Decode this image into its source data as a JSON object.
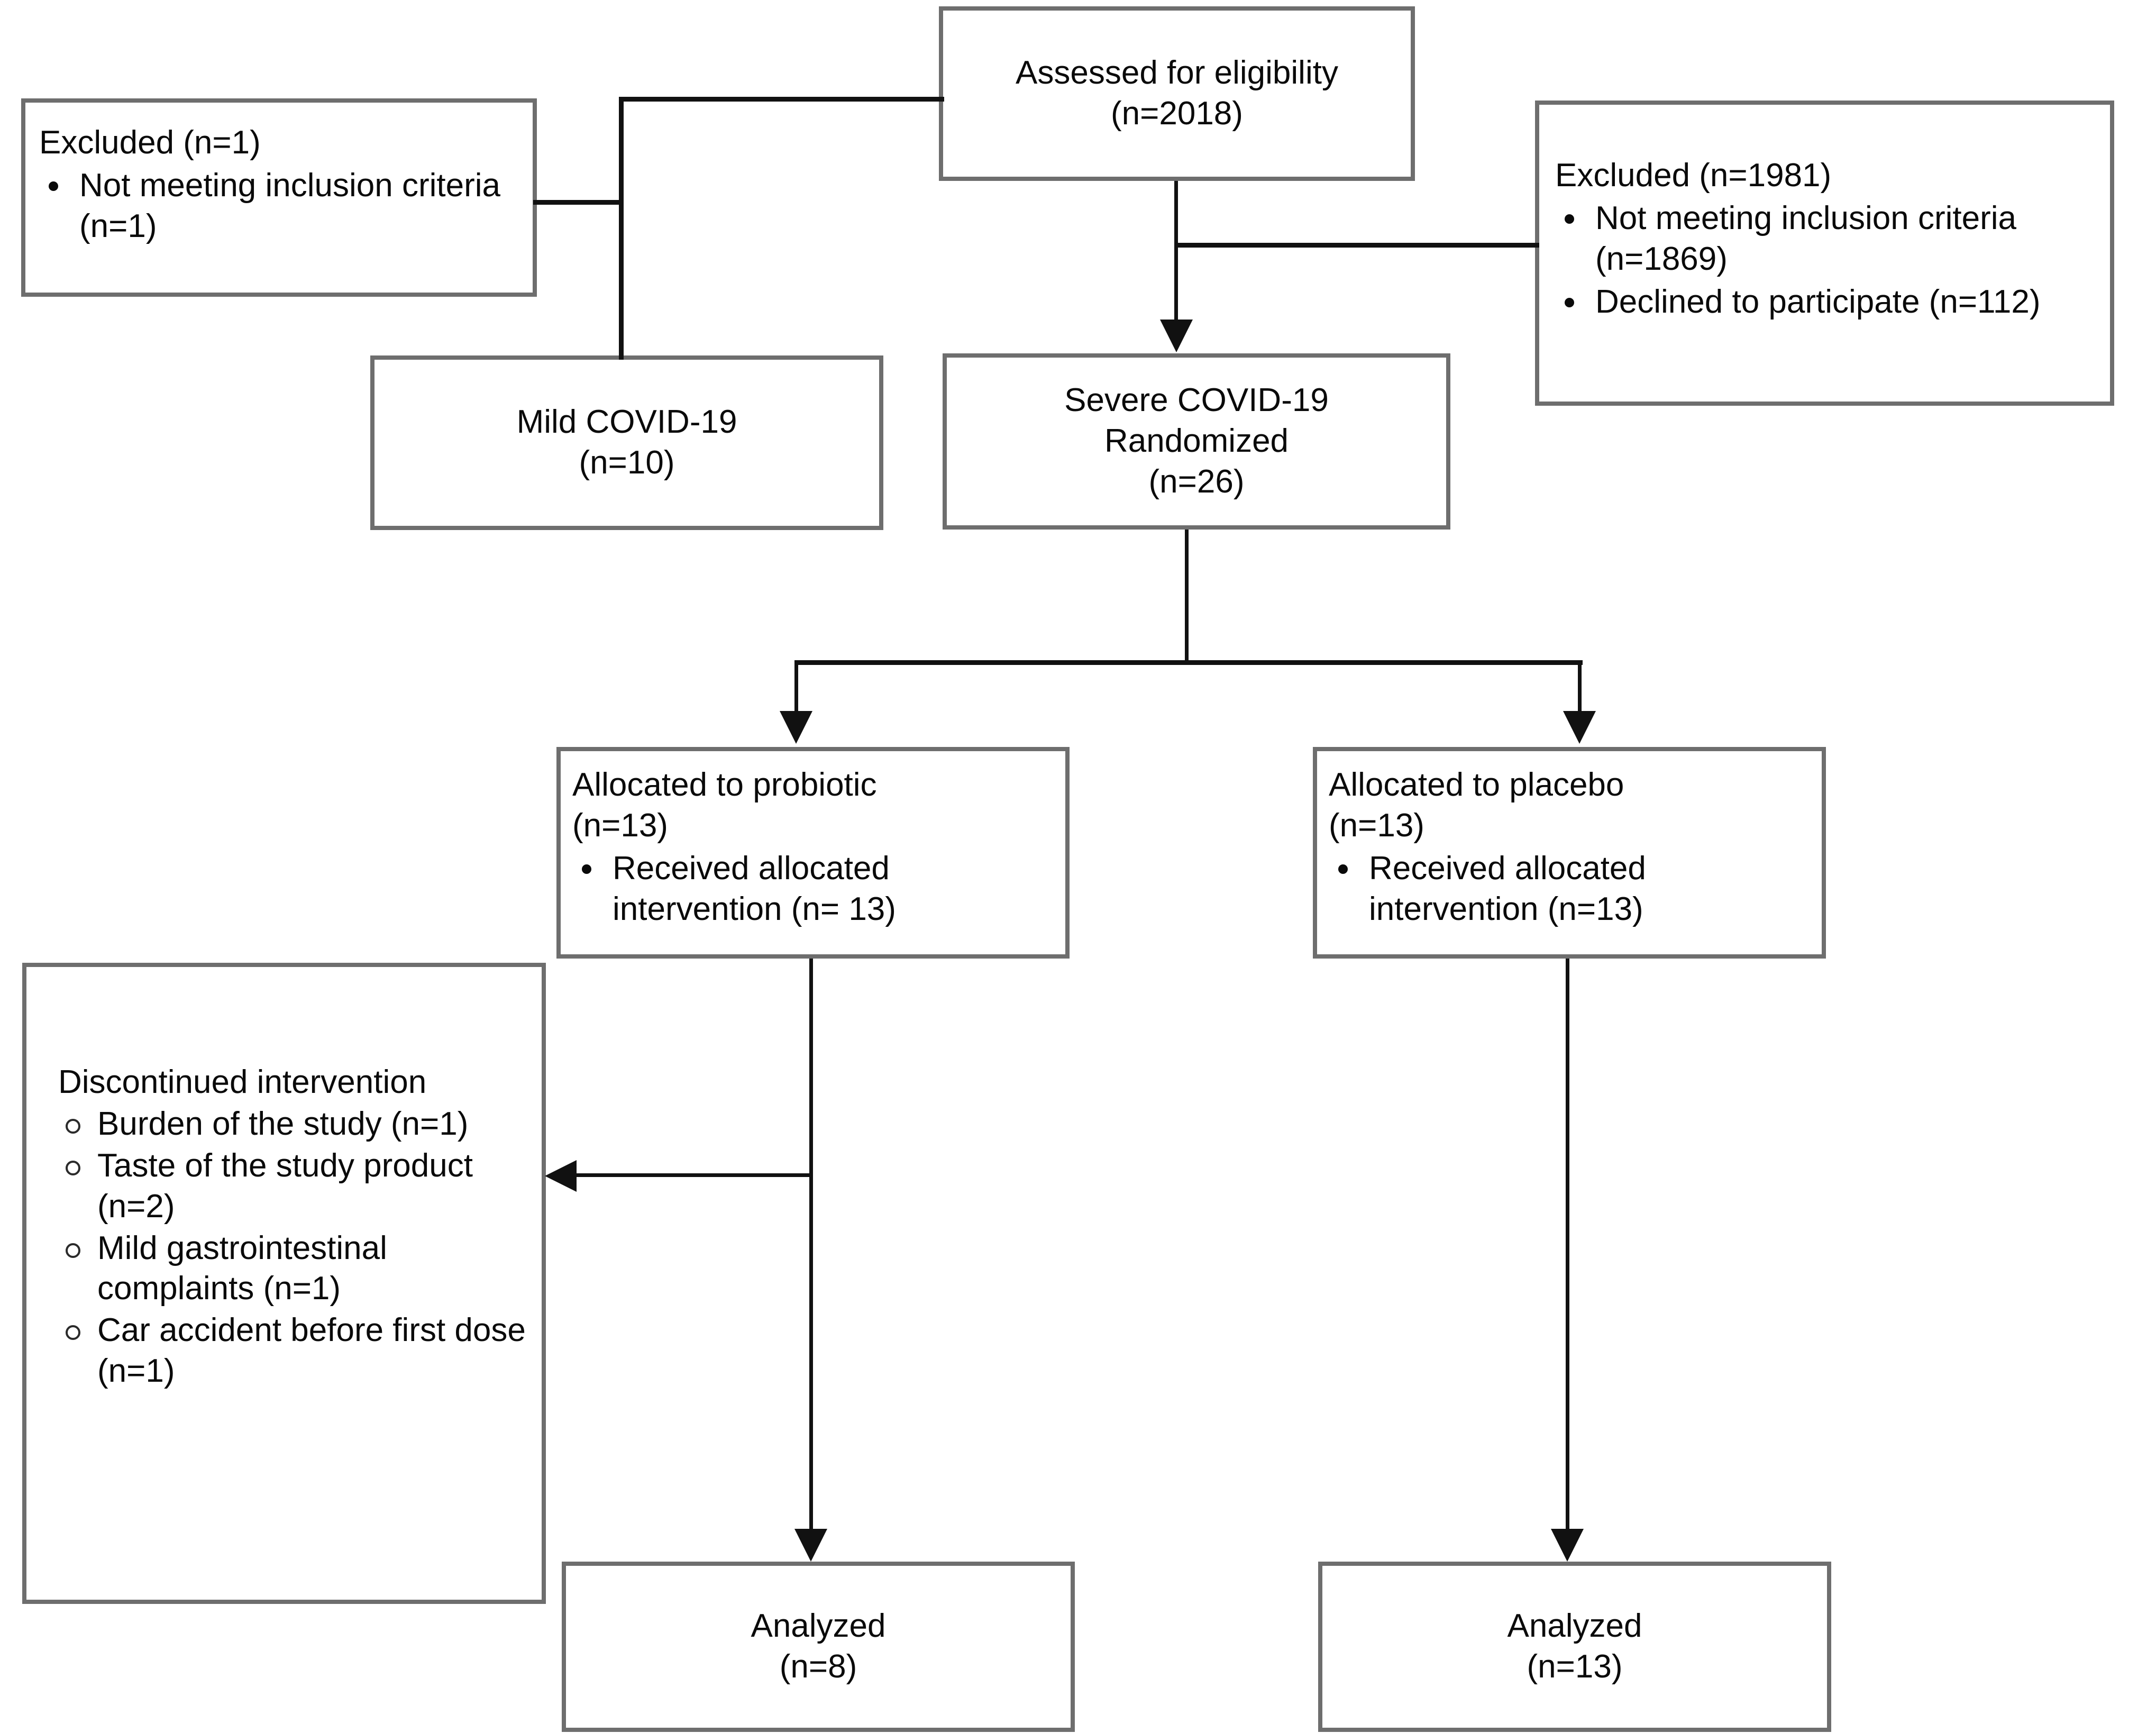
{
  "diagram": {
    "type": "CONSORT participant flow diagram",
    "nodes": {
      "assessed": {
        "title": "Assessed for eligibility\n(n=2018)"
      },
      "excluded_left": {
        "title": "Excluded (n=1)",
        "bullets": [
          "Not meeting inclusion criteria (n=1)"
        ]
      },
      "excluded_right": {
        "title": "Excluded (n=1981)",
        "bullets": [
          "Not meeting inclusion criteria (n=1869)",
          "Declined to participate (n=112)"
        ]
      },
      "mild": {
        "title": "Mild COVID-19\n(n=10)"
      },
      "severe": {
        "title": "Severe COVID-19\nRandomized\n(n=26)"
      },
      "allocated_probiotic": {
        "title": "Allocated to probiotic\n(n=13)",
        "bullets": [
          "Received allocated intervention (n= 13)"
        ]
      },
      "allocated_placebo": {
        "title": "Allocated to placebo\n(n=13)",
        "bullets": [
          "Received allocated intervention (n=13)"
        ]
      },
      "discontinued": {
        "title": "Discontinued intervention",
        "bullets": [
          "Burden of the study  (n=1)",
          "Taste of the study product (n=2)",
          "Mild gastrointestinal complaints (n=1)",
          "Car accident before first dose  (n=1)"
        ]
      },
      "analyzed_probiotic": {
        "title": "Analyzed\n(n=8)"
      },
      "analyzed_placebo": {
        "title": "Analyzed\n(n=13)"
      }
    },
    "colors": {
      "box_border": "#6e6e6e",
      "connector": "#111111",
      "text": "#0a0a0a",
      "background": "#ffffff"
    }
  }
}
